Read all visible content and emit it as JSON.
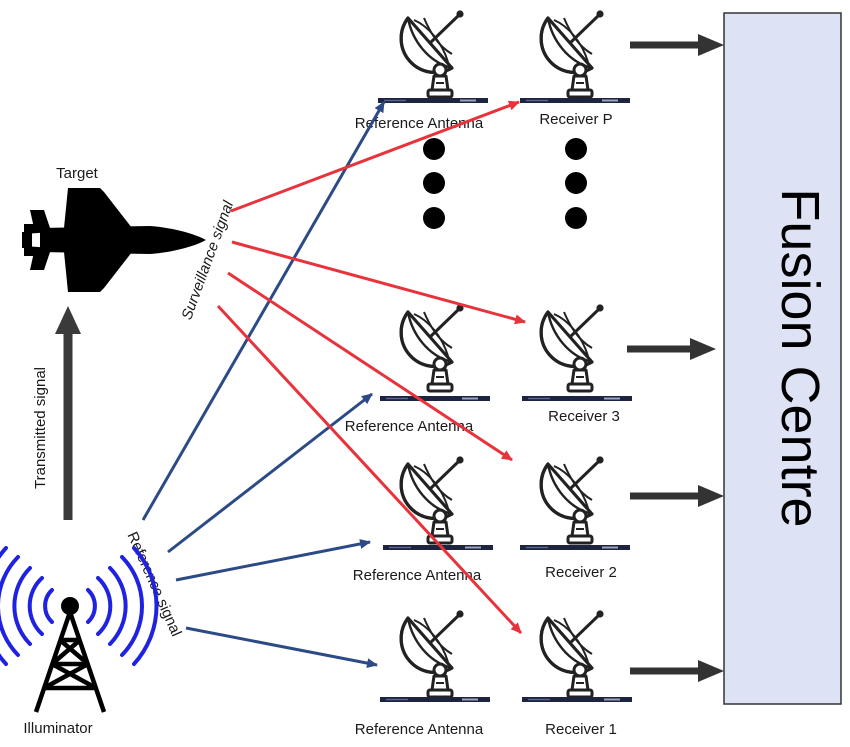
{
  "labels": {
    "target": "Target",
    "transmitted": "Transmitted signal",
    "surveillance": "Surveillance signal",
    "reference_signal": "Reference signal",
    "illuminator": "Illuminator",
    "fusion_centre": "Fusion Centre",
    "ref_antenna_top": "Reference Antenna",
    "ref_antenna_3": "Reference Antenna",
    "ref_antenna_2": "Reference Antenna",
    "ref_antenna_1": "Reference Antenna",
    "receiver_p": "Receiver P",
    "receiver_3": "Receiver 3",
    "receiver_2": "Receiver 2",
    "receiver_1": "Receiver 1"
  },
  "colors": {
    "surveillance_arrow": "#e8323c",
    "reference_arrow": "#2c4a86",
    "fusion_fill": "#dde3f4",
    "fusion_border": "#333333",
    "output_arrow": "#333333",
    "transmitted_arrow": "#3a3a3a",
    "illuminator_waves": "#1f22e0"
  },
  "icons": {
    "target": "fighter-jet-icon",
    "illuminator": "radio-tower-icon",
    "antenna": "satellite-dish-icon"
  }
}
